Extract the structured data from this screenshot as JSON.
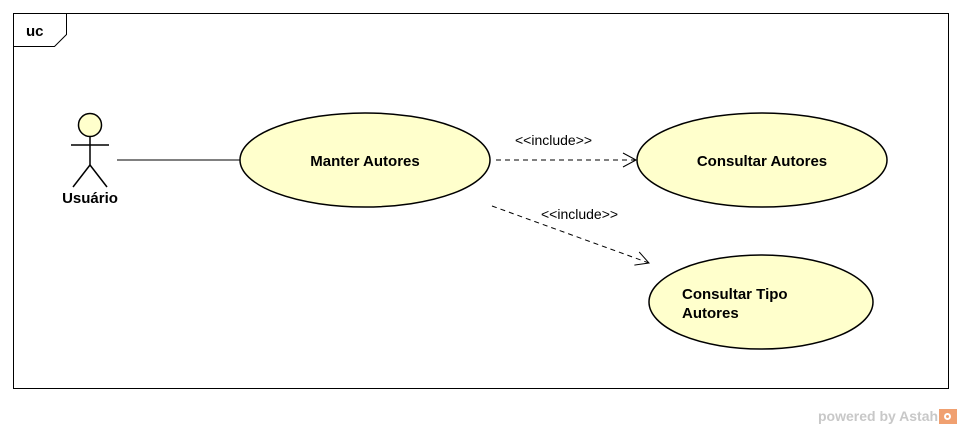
{
  "diagram": {
    "frame_label": "uc",
    "actor": {
      "name": "Usuário"
    },
    "use_cases": {
      "manter": "Manter Autores",
      "consultar": "Consultar Autores",
      "consultar_tipo_line1": "Consultar Tipo",
      "consultar_tipo_line2": "Autores"
    },
    "relations": {
      "include_1": "<<include>>",
      "include_2": "<<include>>"
    },
    "colors": {
      "use_case_fill": "#ffffcc",
      "actor_head_fill": "#ffffcc",
      "line": "#000000",
      "frame_border": "#000000"
    }
  },
  "watermark": {
    "text": "powered by Astah"
  }
}
